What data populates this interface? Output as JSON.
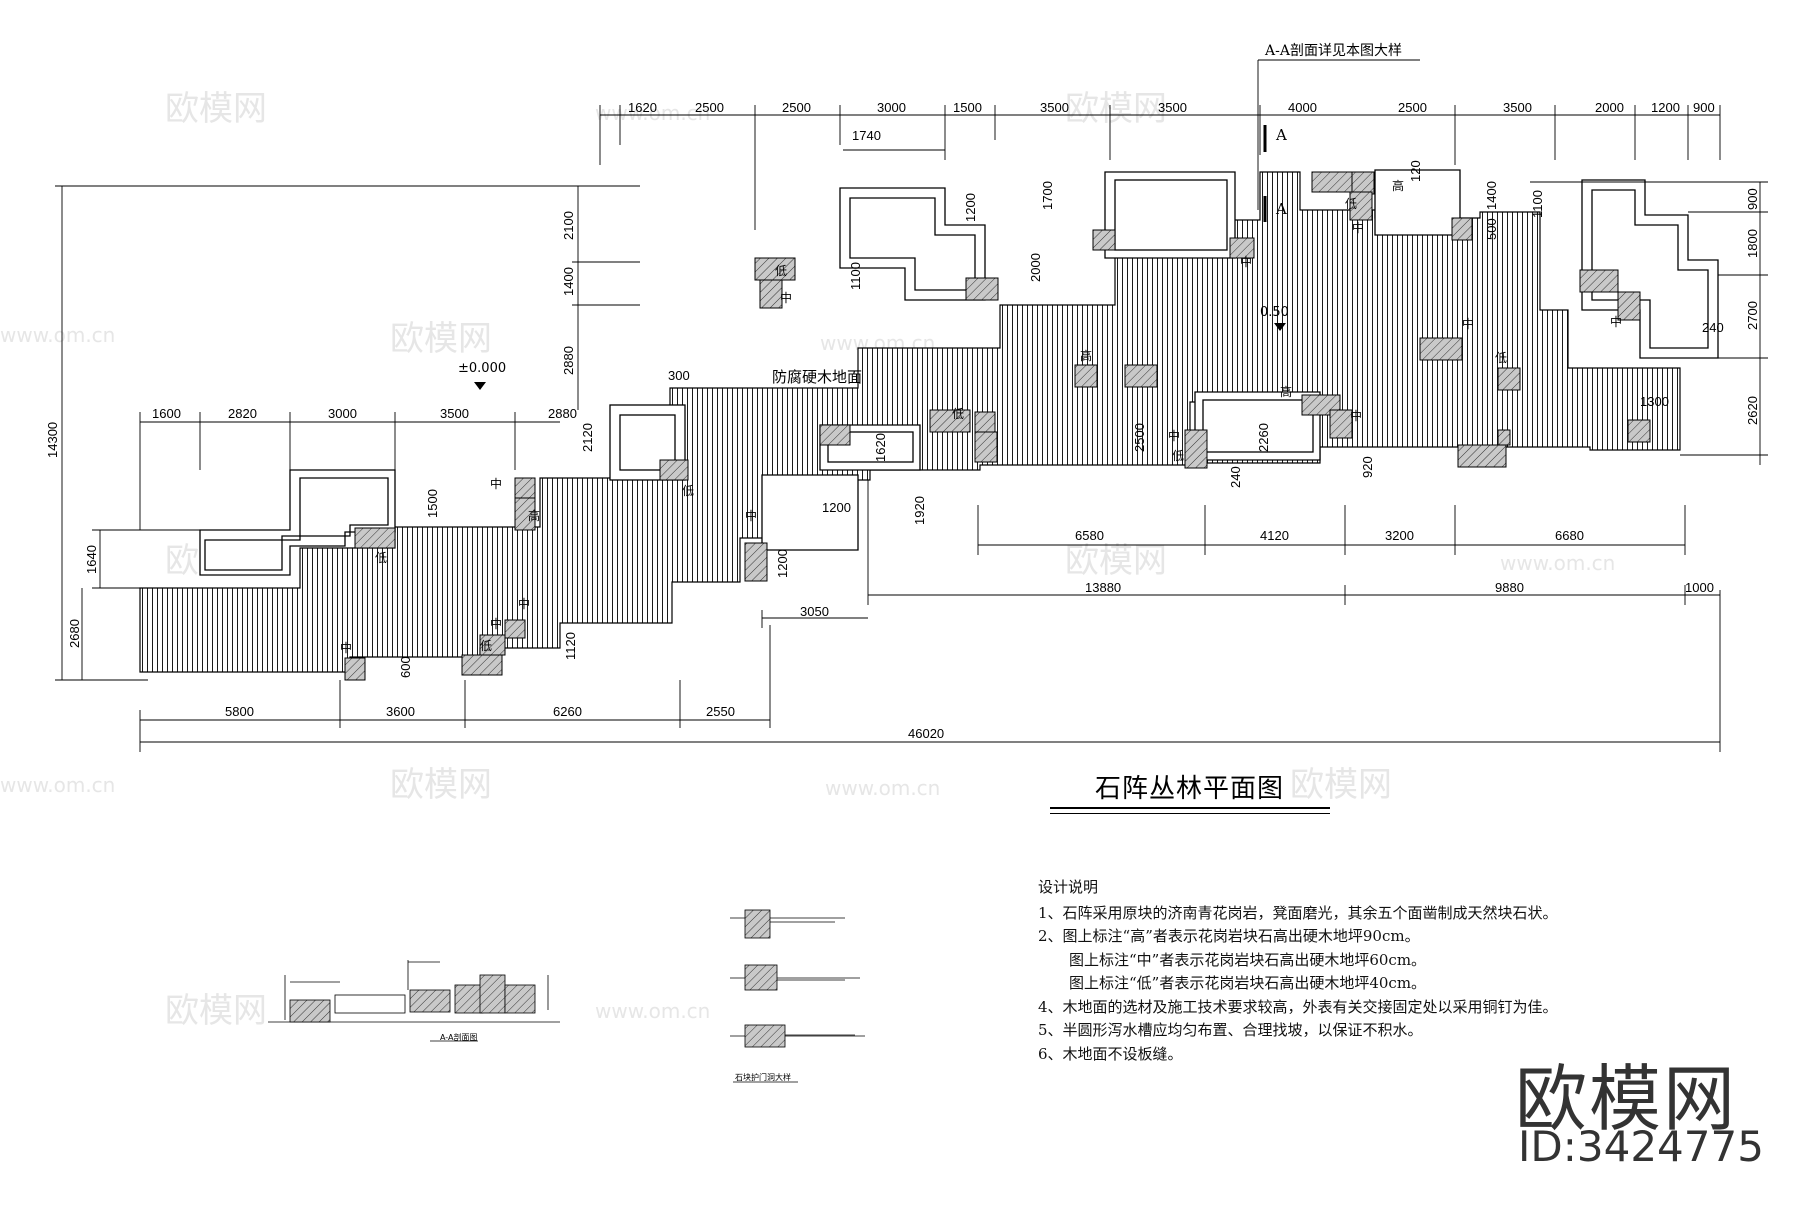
{
  "title": "石阵丛林平面图",
  "section_callout": "A-A剖面详见本图大样",
  "section_marks": [
    "A",
    "A"
  ],
  "level_marks": [
    "±0.000",
    "0.50"
  ],
  "floor_label": "防腐硬木地面",
  "stone_tags": [
    "高",
    "中",
    "低"
  ],
  "dims_top": [
    "1620",
    "2500",
    "2500",
    "3000",
    "1500",
    "3500",
    "3500",
    "4000",
    "2500",
    "3500",
    "2000",
    "1200",
    "900"
  ],
  "dims_left_top": [
    "1600",
    "2820",
    "3000",
    "3500",
    "2880"
  ],
  "dims_bottom": [
    "5800",
    "3600",
    "6260",
    "2550"
  ],
  "dims_total": "46020",
  "dims_mid_row1": [
    "6580",
    "4120",
    "3200",
    "6680"
  ],
  "dims_mid_row2": [
    "13880",
    "9880",
    "1000"
  ],
  "dims_vertical_left": [
    "14300",
    "2680",
    "1640"
  ],
  "dims_vertical_right": [
    "900",
    "1800",
    "2700",
    "2620"
  ],
  "dims_inner": [
    "1740",
    "1200",
    "1700",
    "2000",
    "2100",
    "1400",
    "2880",
    "1100",
    "300",
    "2120",
    "1500",
    "1620",
    "1920",
    "1200",
    "1200",
    "3050",
    "1120",
    "600",
    "2500",
    "2260",
    "240",
    "920",
    "1300",
    "240",
    "120",
    "1400",
    "1100",
    "500"
  ],
  "section_drawing_label": "A-A剖面图",
  "detail_drawing_label": "石块护门洞大样",
  "notes": {
    "title": "设计说明",
    "lines": [
      "1、石阵采用原块的济南青花岗岩，凳面磨光，其余五个面凿制成天然块石状。",
      "2、图上标注“高”者表示花岗岩块石高出硬木地坪90cm。",
      "图上标注“中”者表示花岗岩块石高出硬木地坪60cm。",
      "图上标注“低”者表示花岗岩块石高出硬木地坪40cm。",
      "4、木地面的选材及施工技术要求较高，外表有关交接固定处以采用铜钉为佳。",
      "5、半圆形泻水槽应均匀布置、合理找坡，以保证不积水。",
      "6、木地面不设板缝。"
    ]
  },
  "watermark": "欧模网",
  "watermark_url": "www.om.cn",
  "brand": "欧模网",
  "brand_id": "ID:3424775"
}
